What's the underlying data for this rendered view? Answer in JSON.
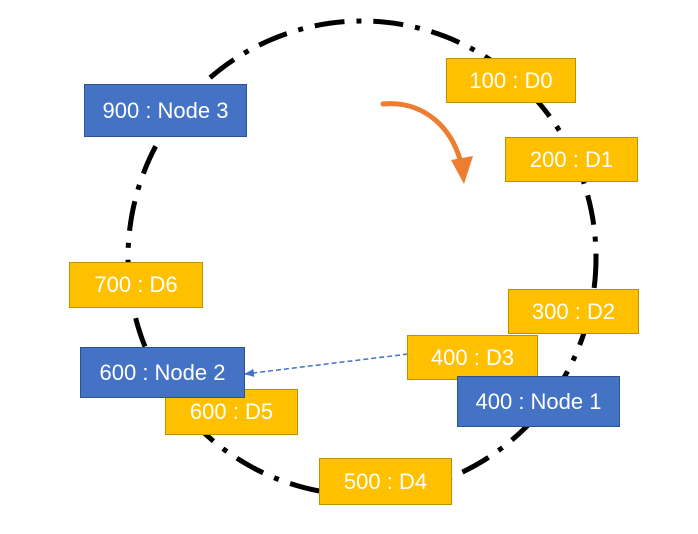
{
  "colors": {
    "ring": "#000000",
    "arrow": "#ed7d31",
    "dashed_link": "#4472c4",
    "data_fill": "#ffc000",
    "node_fill": "#4472c4",
    "text": "#ffffff"
  },
  "data_items": [
    {
      "label": "100 : D0"
    },
    {
      "label": "200 : D1"
    },
    {
      "label": "300 : D2"
    },
    {
      "label": "400 : D3"
    },
    {
      "label": "500 : D4"
    },
    {
      "label": "600 : D5"
    },
    {
      "label": "700 : D6"
    }
  ],
  "nodes": [
    {
      "label": "400 : Node 1"
    },
    {
      "label": "600 : Node 2"
    },
    {
      "label": "900 : Node 3"
    }
  ]
}
